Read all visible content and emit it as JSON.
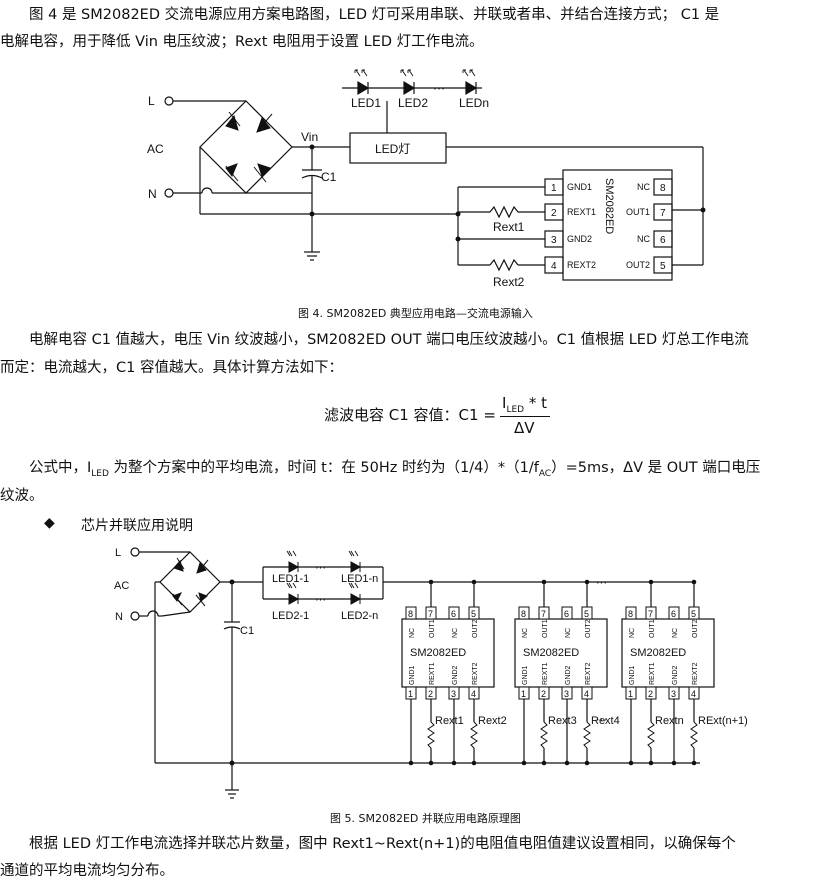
{
  "text": {
    "p1_line1": "　　图 4 是 SM2082ED 交流电源应用方案电路图，LED 灯可采用串联、并联或者串、并结合连接方式；  C1 是",
    "p1_line2": "电解电容，用于降低 Vin 电压纹波；Rext 电阻用于设置 LED 灯工作电流。",
    "fig4_caption": "图 4. SM2082ED 典型应用电路—交流电源输入",
    "p2_line1": "　　电解电容 C1 值越大，电压 Vin 纹波越小，SM2082ED OUT 端口电压纹波越小。C1 值根据 LED 灯总工作电流",
    "p2_line2": "而定：电流越大，C1 容值越大。具体计算方法如下：",
    "formula_label": "滤波电容 C1 容值：C1 =",
    "formula_num_i": "I",
    "formula_num_sub": "LED",
    "formula_num_rest": " * t",
    "formula_den": "ΔV",
    "p3_line1": "　　公式中，I<sub>LED</sub> 为整个方案中的平均电流，时间 t：在 50Hz 时约为（1/4）*（1/f<sub>AC</sub>）=5ms，ΔV 是 OUT 端口电压",
    "p3_line2": "纹波。",
    "bullet_symbol": "◆",
    "bullet_text": "芯片并联应用说明",
    "fig5_caption": "图 5. SM2082ED 并联应用电路原理图",
    "p4_line1": "　　根据 LED 灯工作电流选择并联芯片数量，图中 Rext1~Rext(n+1)的电阻值电阻值建议设置相同，以确保每个",
    "p4_line2": "通道的平均电流均匀分布。"
  },
  "fig4": {
    "L": "L",
    "N": "N",
    "AC": "AC",
    "Vin": "Vin",
    "C1": "C1",
    "led_lamp": "LED灯",
    "led_labels": [
      "LED1",
      "LED2",
      "LEDn"
    ],
    "dots": "···",
    "chip": "SM2082ED",
    "left_pins": [
      {
        "num": "1",
        "name": "GND1"
      },
      {
        "num": "2",
        "name": "REXT1"
      },
      {
        "num": "3",
        "name": "GND2"
      },
      {
        "num": "4",
        "name": "REXT2"
      }
    ],
    "right_pins": [
      {
        "num": "8",
        "name": "NC"
      },
      {
        "num": "7",
        "name": "OUT1"
      },
      {
        "num": "6",
        "name": "NC"
      },
      {
        "num": "5",
        "name": "OUT2"
      }
    ],
    "rext1": "Rext1",
    "rext2": "Rext2"
  },
  "fig5": {
    "L": "L",
    "N": "N",
    "AC": "AC",
    "C1": "C1",
    "led_top": [
      "LED1-1",
      "LED1-n"
    ],
    "led_bot": [
      "LED2-1",
      "LED2-n"
    ],
    "chip": "SM2082ED",
    "top_pins": [
      {
        "num": "8",
        "name": "NC"
      },
      {
        "num": "7",
        "name": "OUT1"
      },
      {
        "num": "6",
        "name": "NC"
      },
      {
        "num": "5",
        "name": "OUT2"
      }
    ],
    "bot_pins": [
      {
        "num": "1",
        "name": "GND1"
      },
      {
        "num": "2",
        "name": "REXT1"
      },
      {
        "num": "3",
        "name": "GND2"
      },
      {
        "num": "4",
        "name": "REXT2"
      }
    ],
    "resistors": [
      [
        "Rext1",
        "Rext2"
      ],
      [
        "Rext3",
        "Rext4"
      ],
      [
        "Rextn",
        "RExt(n+1)"
      ]
    ],
    "dots": "···"
  }
}
